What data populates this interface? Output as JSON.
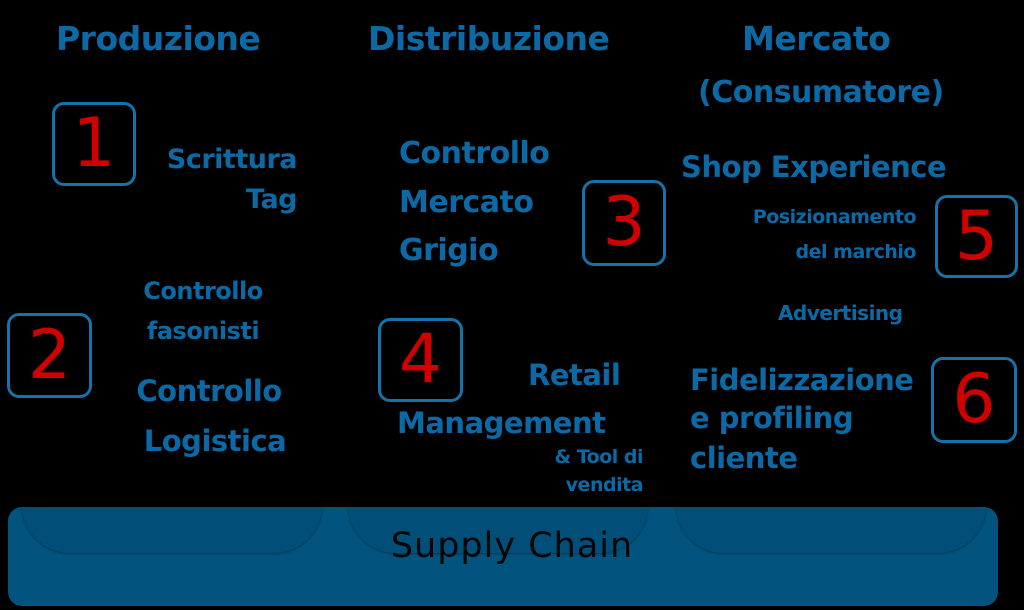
{
  "colors": {
    "background": "#000000",
    "text": "#0B6AA6",
    "box_border": "#1573A8",
    "number": "#D00000",
    "bar": "#02547E"
  },
  "columns": {
    "produzione": "Produzione",
    "distribuzione": "Distribuzione",
    "mercato_line1": "Mercato",
    "mercato_line2": "(Consumatore)"
  },
  "steps": [
    {
      "number": "1",
      "lines": [
        "Scrittura",
        "Tag"
      ]
    },
    {
      "number": "2",
      "lines": [
        "Controllo",
        "fasonisti",
        "Controllo",
        "Logistica"
      ]
    },
    {
      "number": "3",
      "lines": [
        "Controllo",
        "Mercato",
        "Grigio"
      ]
    },
    {
      "number": "4",
      "lines": [
        "Retail",
        "Management",
        "& Tool di",
        "vendita"
      ]
    },
    {
      "number": "5",
      "lines": [
        "Shop Experience",
        "Posizionamento",
        "del marchio",
        "Advertising"
      ]
    },
    {
      "number": "6",
      "lines": [
        "Fidelizzazione",
        "e profiling",
        "cliente"
      ]
    }
  ],
  "footer": {
    "label": "Supply Chain"
  }
}
